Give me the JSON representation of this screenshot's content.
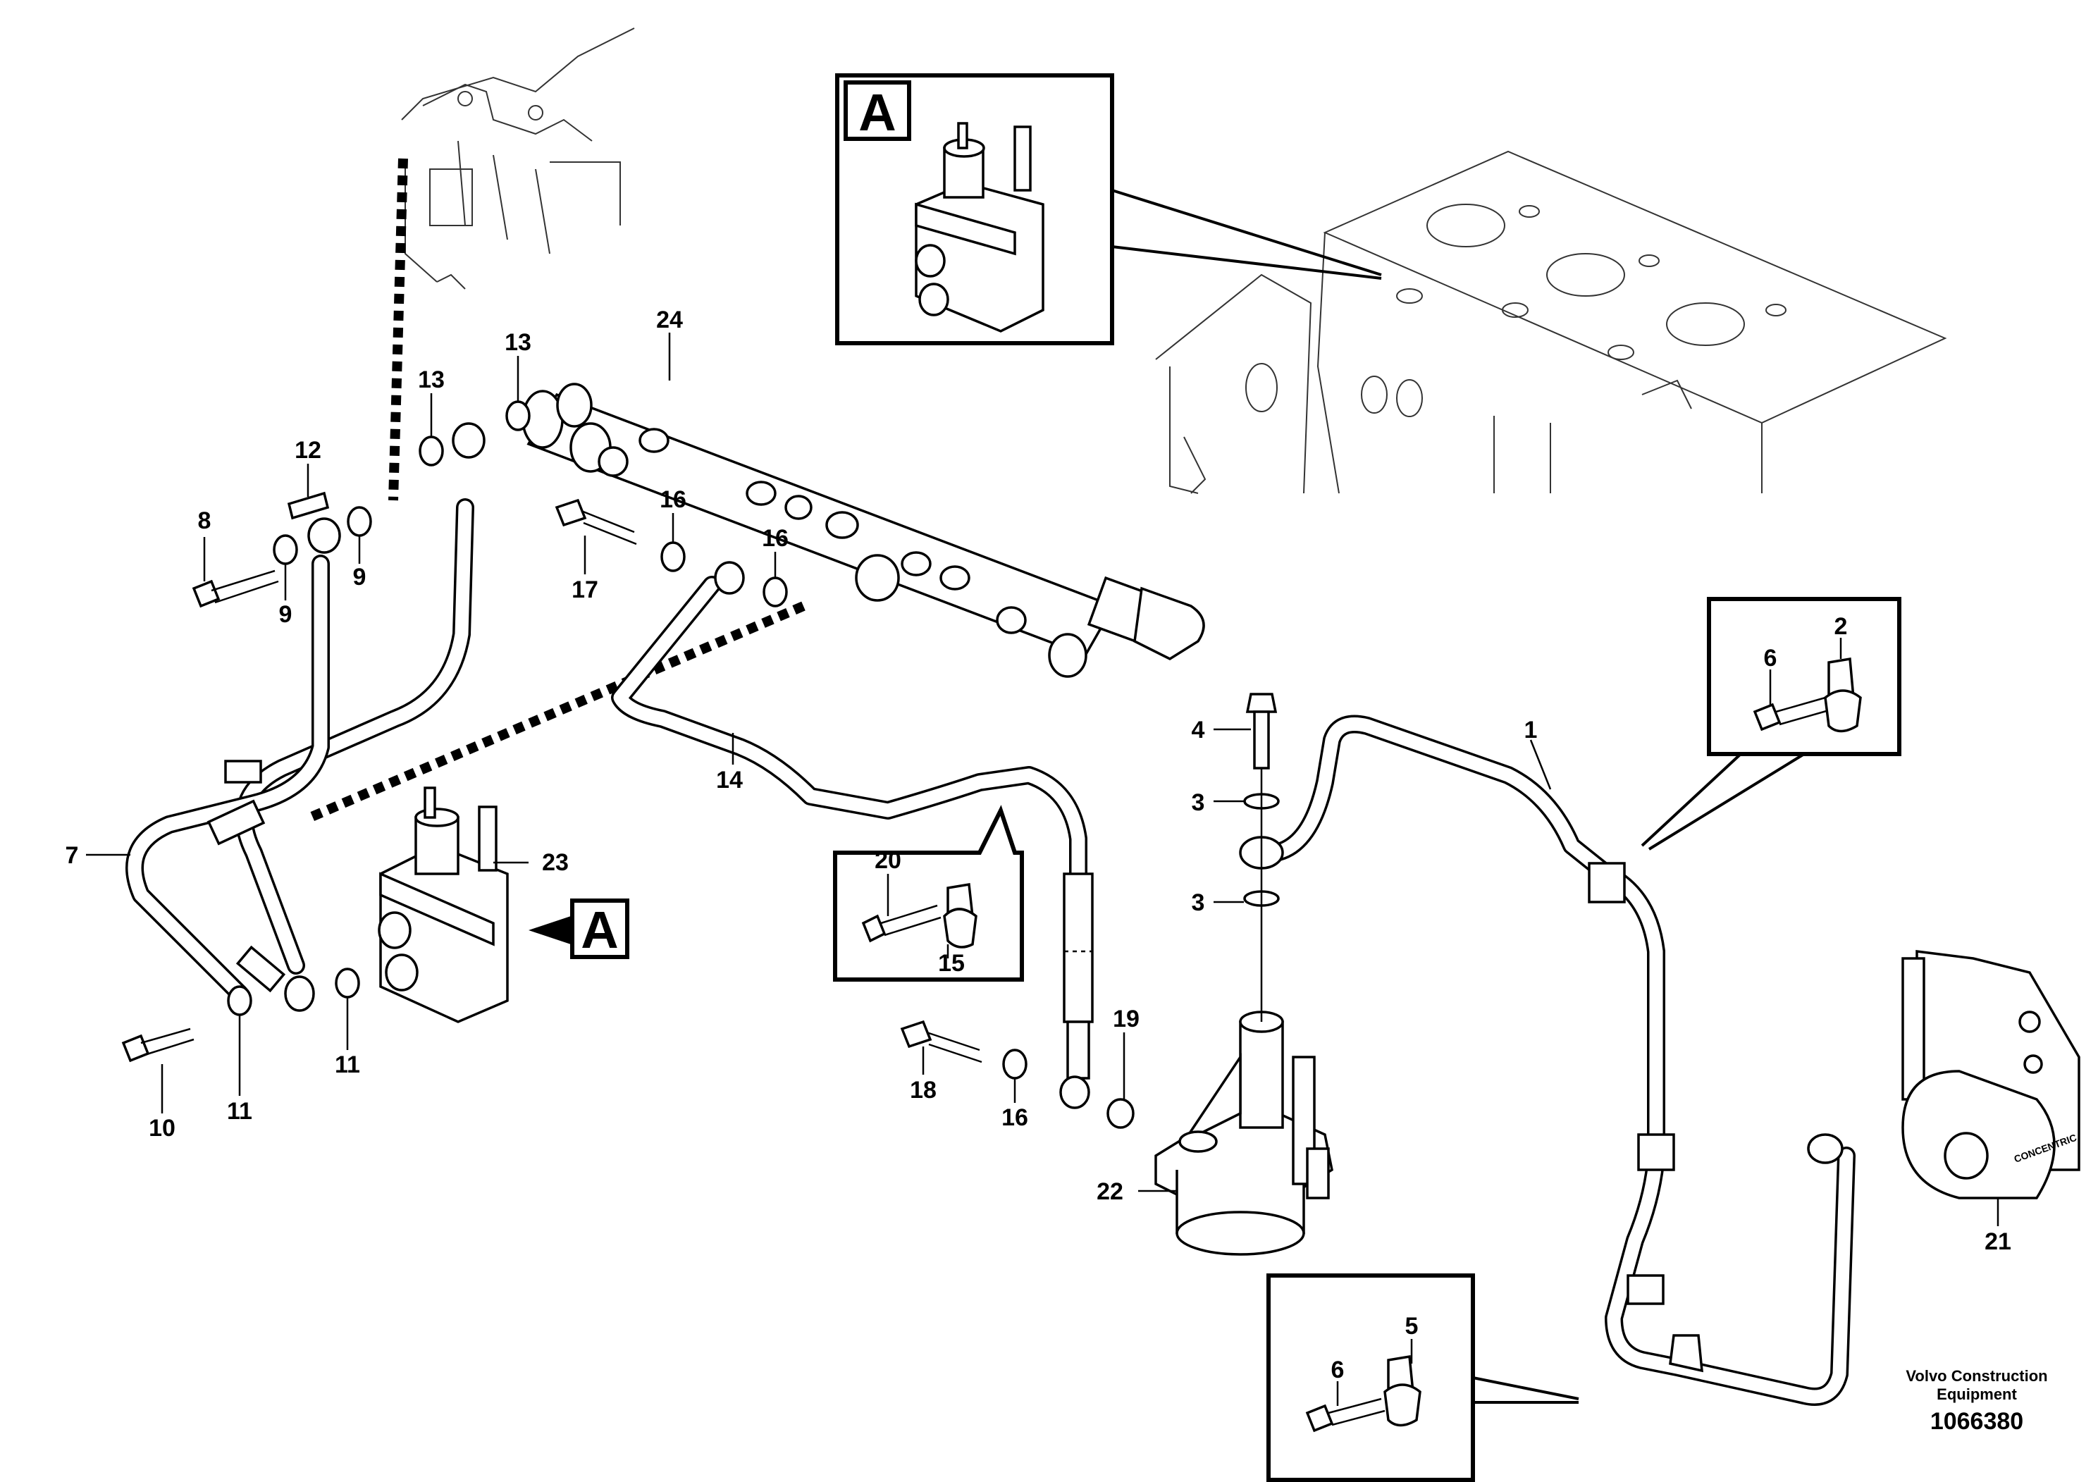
{
  "callouts": {
    "c1": "1",
    "c2": "2",
    "c3a": "3",
    "c3b": "3",
    "c4": "4",
    "c5": "5",
    "c6a": "6",
    "c6b": "6",
    "c7": "7",
    "c8": "8",
    "c9a": "9",
    "c9b": "9",
    "c10": "10",
    "c11a": "11",
    "c11b": "11",
    "c12": "12",
    "c13a": "13",
    "c13b": "13",
    "c14": "14",
    "c15": "15",
    "c16a": "16",
    "c16b": "16",
    "c16c": "16",
    "c17": "17",
    "c18": "18",
    "c19": "19",
    "c20": "20",
    "c21": "21",
    "c22": "22",
    "c23": "23",
    "c24": "24"
  },
  "view_labels": {
    "detail_a_box": "A",
    "view_a_arrow": "A"
  },
  "footer": {
    "brand_line1": "Volvo Construction",
    "brand_line2": "Equipment",
    "ref_number": "1066380"
  },
  "pump_marking": "CONCENTRIC",
  "icons": {
    "view_arrow": "filled-triangle-arrow",
    "fasteners": "bolt-washer-linework"
  }
}
